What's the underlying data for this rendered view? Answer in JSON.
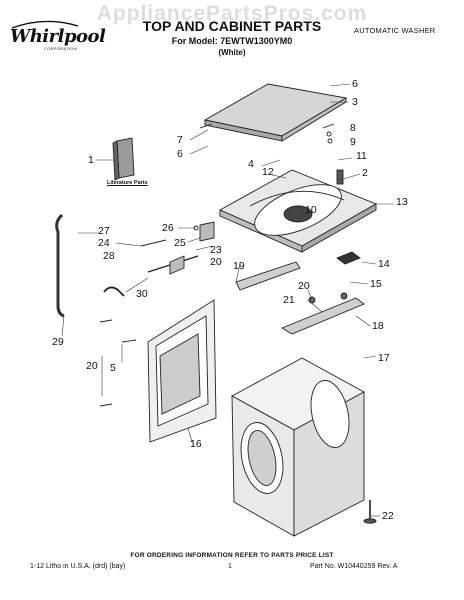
{
  "header": {
    "watermark": "AppliancePartsPros.com",
    "brand": "Whirlpool",
    "brand_sub": "CORPORATION",
    "title": "TOP AND CABINET PARTS",
    "model_line": "For Model: 7EWTW1300YM0",
    "color_line": "(White)",
    "product_type": "AUTOMATIC WASHER"
  },
  "labels": {
    "literature": "Literature Parts"
  },
  "callouts": [
    "6",
    "3",
    "7",
    "8",
    "6",
    "9",
    "1",
    "4",
    "11",
    "12",
    "2",
    "10",
    "13",
    "26",
    "27",
    "24",
    "25",
    "23",
    "14",
    "28",
    "20",
    "19",
    "15",
    "30",
    "20",
    "21",
    "18",
    "29",
    "17",
    "20",
    "5",
    "16",
    "22"
  ],
  "footer": {
    "order_info": "FOR ORDERING INFORMATION REFER TO PARTS PRICE LIST",
    "left": "1-12 Litho in U.S.A. (drd) (bay)",
    "page": "1",
    "part_no": "Part No. W10440259 Rev. A"
  }
}
